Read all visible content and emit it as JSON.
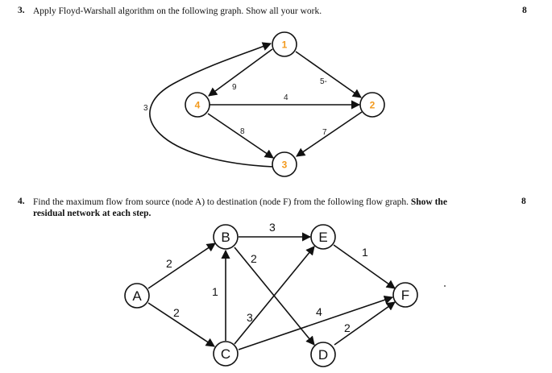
{
  "q3": {
    "number": "3.",
    "text": "Apply Floyd-Warshall algorithm on the following graph. Show all your work.",
    "marks": "8",
    "graph": {
      "nodes": [
        {
          "id": "1",
          "label": "1"
        },
        {
          "id": "2",
          "label": "2"
        },
        {
          "id": "3",
          "label": "3"
        },
        {
          "id": "4",
          "label": "4"
        }
      ],
      "edges": [
        {
          "from": "1",
          "to": "2",
          "weight": "5-"
        },
        {
          "from": "1",
          "to": "4",
          "weight": "9"
        },
        {
          "from": "4",
          "to": "2",
          "weight": "4"
        },
        {
          "from": "4",
          "to": "3",
          "weight": "8"
        },
        {
          "from": "2",
          "to": "3",
          "weight": "7"
        },
        {
          "from": "3",
          "to": "1",
          "weight": "3"
        }
      ]
    }
  },
  "q4": {
    "number": "4.",
    "text_plain": "Find the maximum flow from source (node A) to destination (node F) from the following flow graph.",
    "text_bold": "Show the",
    "text_line2": "residual network at each step.",
    "marks": "8",
    "graph": {
      "nodes": [
        {
          "id": "A",
          "label": "A"
        },
        {
          "id": "B",
          "label": "B"
        },
        {
          "id": "C",
          "label": "C"
        },
        {
          "id": "D",
          "label": "D"
        },
        {
          "id": "E",
          "label": "E"
        },
        {
          "id": "F",
          "label": "F"
        }
      ],
      "edges": [
        {
          "from": "A",
          "to": "B",
          "capacity": "2"
        },
        {
          "from": "A",
          "to": "C",
          "capacity": "2"
        },
        {
          "from": "C",
          "to": "B",
          "capacity": "1"
        },
        {
          "from": "B",
          "to": "E",
          "capacity": "3"
        },
        {
          "from": "B",
          "to": "D",
          "capacity": "2"
        },
        {
          "from": "C",
          "to": "E",
          "capacity": "3"
        },
        {
          "from": "C",
          "to": "F",
          "capacity": "4"
        },
        {
          "from": "E",
          "to": "F",
          "capacity": "1"
        },
        {
          "from": "D",
          "to": "F",
          "capacity": "2"
        }
      ]
    }
  }
}
